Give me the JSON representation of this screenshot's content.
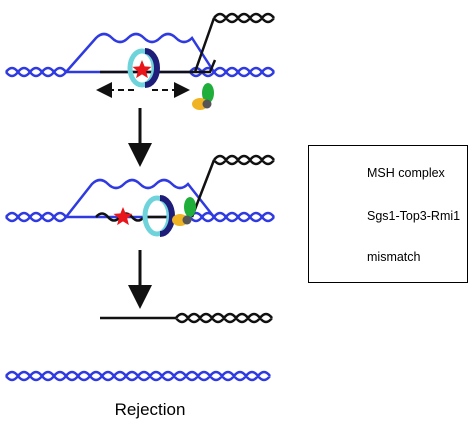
{
  "legend": {
    "items": [
      {
        "label": "MSH complex",
        "icon": "msh-complex-icon"
      },
      {
        "label": "Sgs1-Top3-Rmi1",
        "icon": "sgs1-top3-rmi1-icon"
      },
      {
        "label": "mismatch",
        "icon": "mismatch-star-icon"
      }
    ]
  },
  "caption": "Rejection",
  "colors": {
    "dna_blue": "#2f3be0",
    "dna_black": "#111111",
    "msh_outer": "#6fd3dc",
    "msh_inner": "#1f1d7a",
    "sgs1_green": "#1fae3a",
    "top3_yellow": "#f0b323",
    "rmi1_gray": "#555555",
    "mismatch_red": "#e8161b"
  }
}
